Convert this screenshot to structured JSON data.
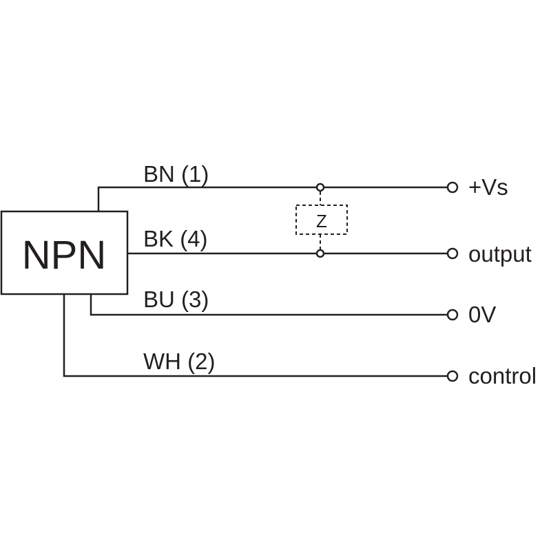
{
  "device": {
    "label": "NPN"
  },
  "wires": [
    {
      "id": "bn",
      "label": "BN (1)",
      "terminal": "+Vs"
    },
    {
      "id": "bk",
      "label": "BK (4)",
      "terminal": "output"
    },
    {
      "id": "bu",
      "label": "BU (3)",
      "terminal": "0V"
    },
    {
      "id": "wh",
      "label": "WH (2)",
      "terminal": "control"
    }
  ],
  "load": {
    "label": "Z"
  },
  "colors": {
    "ink": "#231f20",
    "background": "#ffffff"
  }
}
